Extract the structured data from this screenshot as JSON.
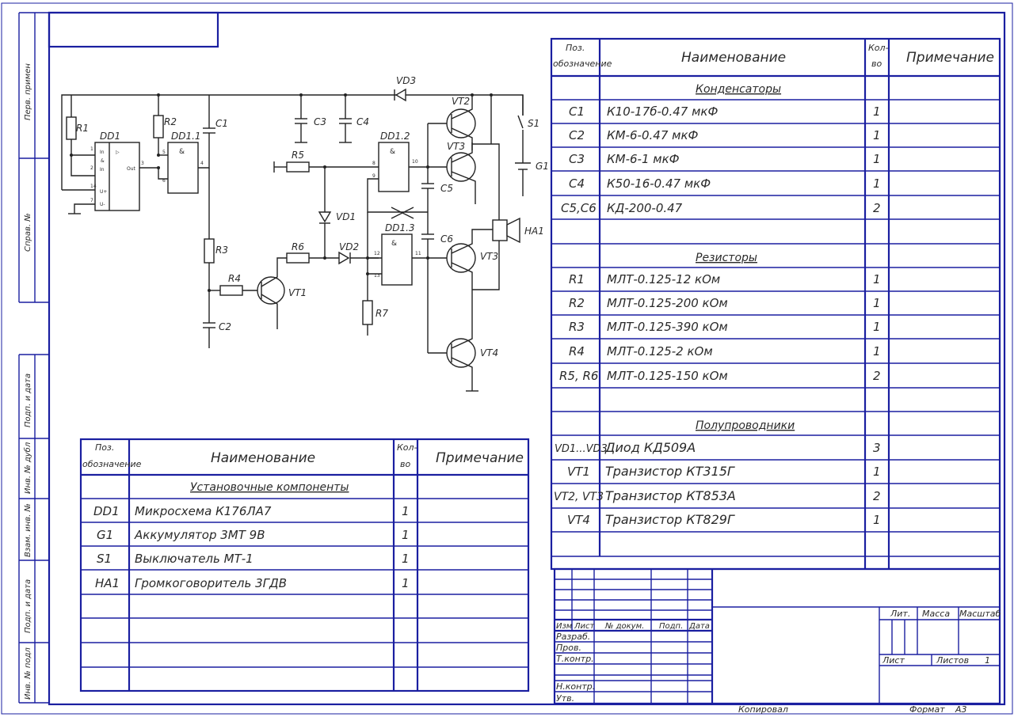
{
  "side_labels": [
    "Перв. примен",
    "Справ. №",
    "Подп. и дата",
    "Инв. № дубл",
    "Взам. инв. №",
    "Подп. и дата",
    "Инв. № подл"
  ],
  "table_right": {
    "headers": {
      "pos": [
        "Поз.",
        "обозначение"
      ],
      "name": "Наименование",
      "qty": [
        "Кол-",
        "во"
      ],
      "note": "Примечание"
    },
    "sections": {
      "capacitors": "Конденсаторы",
      "resistors": "Резисторы",
      "semis": "Полупроводники"
    },
    "rows": [
      {
        "pos": "C1",
        "name": "К10-17б-0.47 мкФ",
        "qty": "1"
      },
      {
        "pos": "C2",
        "name": "КМ-6-0.47 мкФ",
        "qty": "1"
      },
      {
        "pos": "C3",
        "name": "КМ-6-1 мкФ",
        "qty": "1"
      },
      {
        "pos": "C4",
        "name": "К50-16-0.47 мкФ",
        "qty": "1"
      },
      {
        "pos": "C5,C6",
        "name": "КД-200-0.47",
        "qty": "2"
      },
      {
        "pos": "R1",
        "name": "МЛТ-0.125-12 кОм",
        "qty": "1"
      },
      {
        "pos": "R2",
        "name": "МЛТ-0.125-200 кОм",
        "qty": "1"
      },
      {
        "pos": "R3",
        "name": "МЛТ-0.125-390 кОм",
        "qty": "1"
      },
      {
        "pos": "R4",
        "name": "МЛТ-0.125-2 кОм",
        "qty": "1"
      },
      {
        "pos": "R5, R6",
        "name": "МЛТ-0.125-150 кОм",
        "qty": "2"
      },
      {
        "pos": "VD1...VD3",
        "name": "Диод КД509А",
        "qty": "3"
      },
      {
        "pos": "VT1",
        "name": "Транзистор КТ315Г",
        "qty": "1"
      },
      {
        "pos": "VT2, VT3",
        "name": "Транзистор КТ853А",
        "qty": "2"
      },
      {
        "pos": "VT4",
        "name": "Транзистор КТ829Г",
        "qty": "1"
      }
    ]
  },
  "table_left": {
    "headers": {
      "pos": [
        "Поз.",
        "обозначение"
      ],
      "name": "Наименование",
      "qty": [
        "Кол-",
        "во"
      ],
      "note": "Примечание"
    },
    "section": "Установочные компоненты",
    "rows": [
      {
        "pos": "DD1",
        "name": "Микросхема К176ЛА7",
        "qty": "1"
      },
      {
        "pos": "G1",
        "name": "Аккумулятор 3МТ 9В",
        "qty": "1"
      },
      {
        "pos": "S1",
        "name": "Выключатель МТ-1",
        "qty": "1"
      },
      {
        "pos": "HA1",
        "name": "Громкоговоритель 3ГДВ",
        "qty": "1"
      }
    ]
  },
  "schematic": {
    "labels": {
      "R1": "R1",
      "R2": "R2",
      "R3": "R3",
      "R4": "R4",
      "R5": "R5",
      "R6": "R6",
      "R7": "R7",
      "C1": "C1",
      "C2": "C2",
      "C3": "C3",
      "C4": "C4",
      "C5": "C5",
      "C6": "C6",
      "DD1": "DD1",
      "DD11": "DD1.1",
      "DD12": "DD1.2",
      "DD13": "DD1.3",
      "VD1": "VD1",
      "VD2": "VD2",
      "VD3": "VD3",
      "VT1": "VT1",
      "VT2": "VT2",
      "VT3": "VT3",
      "VT4": "VT4",
      "S1": "S1",
      "G1": "G1",
      "HA1": "HA1"
    },
    "pins": {
      "dd1_in1": "In",
      "dd1_amp": "&",
      "dd1_in2": "In",
      "dd1_u1": "U+",
      "dd1_u2": "U-",
      "dd1_out": "Out",
      "dd1_sym": "▷",
      "and_sym": "&",
      "p1": "1",
      "p2": "2",
      "p3": "3",
      "p4": "4",
      "p5": "5",
      "p6": "6",
      "p7": "7",
      "p8": "8",
      "p9": "9",
      "p10": "10",
      "p11": "11",
      "p12": "12",
      "p13": "13",
      "p14": "14"
    }
  },
  "stamp": {
    "lit": "Лит.",
    "massa": "Масса",
    "masshtab": "Масштаб",
    "list": "Лист",
    "listov": "Листов",
    "listov_val": "1",
    "izm": "Изм",
    "list2": "Лист",
    "n_dokum": "№ докум.",
    "podp": "Подп.",
    "data": "Дата",
    "razrab": "Разраб.",
    "prov": "Пров.",
    "tkontr": "Т.контр.",
    "nkontr": "Н.контр.",
    "utv": "Утв.",
    "kopiroval": "Копировал",
    "format": "Формат",
    "format_val": "A3"
  }
}
